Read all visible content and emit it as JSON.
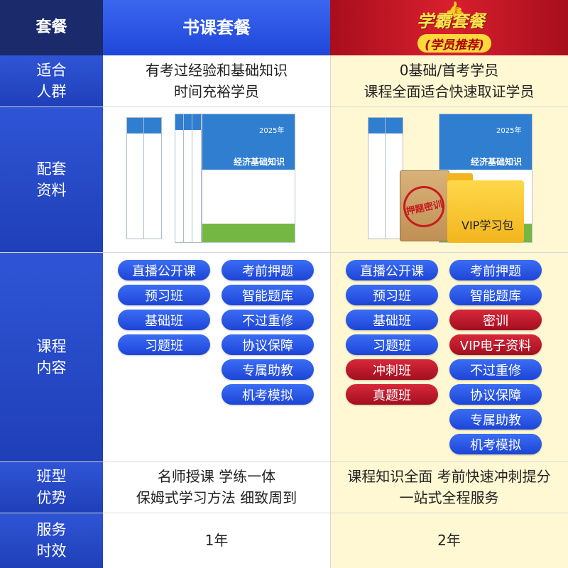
{
  "header": {
    "col_label": "套餐",
    "basic_plan": "书课套餐",
    "premium_plan": "学霸套餐",
    "premium_badge": "(学员推荐)"
  },
  "rows": {
    "audience": {
      "label": "适合\n人群",
      "basic": [
        "有考过经验和基础知识",
        "时间充裕学员"
      ],
      "premium": [
        "0基础/首考学员",
        "课程全面适合快速取证学员"
      ]
    },
    "materials": {
      "label": "配套\n资料",
      "book_title": "经济基础知识",
      "book_year": "2025年",
      "stamp_text": "押题密训",
      "folder_label": "VIP学习包"
    },
    "courses": {
      "label": "课程\n内容",
      "basic_left": [
        "直播公开课",
        "预习班",
        "基础班",
        "习题班"
      ],
      "basic_right": [
        "考前押题",
        "智能题库",
        "不过重修",
        "协议保障",
        "专属助教",
        "机考模拟"
      ],
      "premium_left": [
        {
          "text": "直播公开课",
          "highlight": false
        },
        {
          "text": "预习班",
          "highlight": false
        },
        {
          "text": "基础班",
          "highlight": false
        },
        {
          "text": "习题班",
          "highlight": false
        },
        {
          "text": "冲刺班",
          "highlight": true
        },
        {
          "text": "真题班",
          "highlight": true
        }
      ],
      "premium_right": [
        {
          "text": "考前押题",
          "highlight": false
        },
        {
          "text": "智能题库",
          "highlight": false
        },
        {
          "text": "密训",
          "highlight": true
        },
        {
          "text": "VIP电子资料",
          "highlight": true
        },
        {
          "text": "不过重修",
          "highlight": false
        },
        {
          "text": "协议保障",
          "highlight": false
        },
        {
          "text": "专属助教",
          "highlight": false
        },
        {
          "text": "机考模拟",
          "highlight": false
        }
      ]
    },
    "advantage": {
      "label": "班型\n优势",
      "basic": [
        "名师授课 学练一体",
        "保姆式学习方法 细致周到"
      ],
      "premium": [
        "课程知识全面 考前快速冲刺提分",
        "一站式全程服务"
      ]
    },
    "duration": {
      "label": "服务\n时效",
      "basic": "1年",
      "premium": "2年"
    }
  },
  "colors": {
    "blue": "#1f47d8",
    "red": "#a80e1c",
    "cream": "#fff8d2",
    "navy": "#1b2a6a"
  }
}
